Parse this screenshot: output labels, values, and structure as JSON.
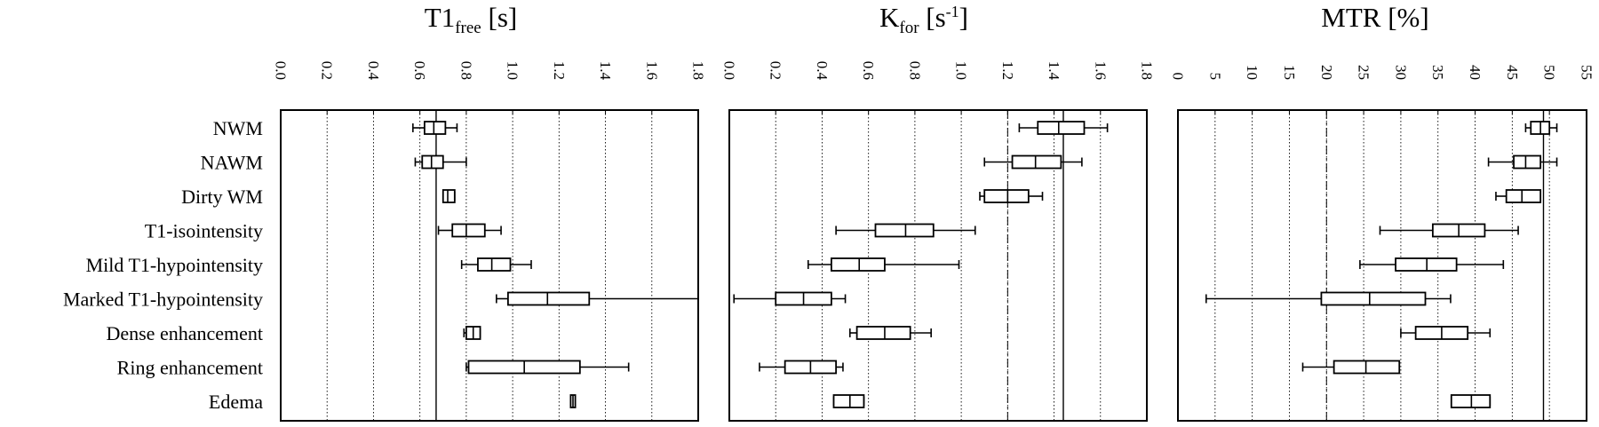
{
  "categories": [
    "NWM",
    "NAWM",
    "Dirty WM",
    "T1-isointensity",
    "Mild T1-hypointensity",
    "Marked T1-hypointensity",
    "Dense enhancement",
    "Ring enhancement",
    "Edema"
  ],
  "chart_data": [
    {
      "type": "boxplot",
      "title": "T1",
      "title_subscript": "free",
      "title_suffix": " [s]",
      "orientation": "horizontal",
      "xlim": [
        0,
        1.8
      ],
      "xticks": [
        "0.0",
        "0.2",
        "0.4",
        "0.6",
        "0.8",
        "1.0",
        "1.2",
        "1.4",
        "1.6",
        "1.8"
      ],
      "tick_values": [
        0,
        0.2,
        0.4,
        0.6,
        0.8,
        1.0,
        1.2,
        1.4,
        1.6,
        1.8
      ],
      "reference_solid": 0.67,
      "reference_dashed": null,
      "grid": "vertical dotted",
      "series": [
        {
          "category": "NWM",
          "min": 0.57,
          "q1": 0.62,
          "median": 0.66,
          "q3": 0.71,
          "max": 0.76
        },
        {
          "category": "NAWM",
          "min": 0.58,
          "q1": 0.61,
          "median": 0.65,
          "q3": 0.7,
          "max": 0.8
        },
        {
          "category": "Dirty WM",
          "min": 0.7,
          "q1": 0.7,
          "median": 0.72,
          "q3": 0.75,
          "max": 0.75
        },
        {
          "category": "T1-isointensity",
          "min": 0.68,
          "q1": 0.74,
          "median": 0.8,
          "q3": 0.88,
          "max": 0.95
        },
        {
          "category": "Mild T1-hypointensity",
          "min": 0.78,
          "q1": 0.85,
          "median": 0.91,
          "q3": 0.99,
          "max": 1.08
        },
        {
          "category": "Marked T1-hypointensity",
          "min": 0.93,
          "q1": 0.98,
          "median": 1.15,
          "q3": 1.33,
          "max": 1.8
        },
        {
          "category": "Dense enhancement",
          "min": 0.79,
          "q1": 0.8,
          "median": 0.83,
          "q3": 0.86,
          "max": 0.86
        },
        {
          "category": "Ring enhancement",
          "min": 0.8,
          "q1": 0.81,
          "median": 1.05,
          "q3": 1.29,
          "max": 1.5
        },
        {
          "category": "Edema",
          "min": 1.25,
          "q1": 1.25,
          "median": 1.26,
          "q3": 1.27,
          "max": 1.27
        }
      ]
    },
    {
      "type": "boxplot",
      "title": "K",
      "title_subscript": "for",
      "title_suffix": " [s",
      "title_superscript": "-1",
      "title_end": "]",
      "orientation": "horizontal",
      "xlim": [
        0,
        1.8
      ],
      "xticks": [
        "0.0",
        "0.2",
        "0.4",
        "0.6",
        "0.8",
        "1.0",
        "1.2",
        "1.4",
        "1.6",
        "1.8"
      ],
      "tick_values": [
        0,
        0.2,
        0.4,
        0.6,
        0.8,
        1.0,
        1.2,
        1.4,
        1.6,
        1.8
      ],
      "reference_solid": 1.44,
      "reference_dashed": 1.2,
      "grid": "vertical dotted",
      "series": [
        {
          "category": "NWM",
          "min": 1.25,
          "q1": 1.33,
          "median": 1.42,
          "q3": 1.53,
          "max": 1.63
        },
        {
          "category": "NAWM",
          "min": 1.1,
          "q1": 1.22,
          "median": 1.32,
          "q3": 1.43,
          "max": 1.52
        },
        {
          "category": "Dirty WM",
          "min": 1.08,
          "q1": 1.1,
          "median": 1.2,
          "q3": 1.29,
          "max": 1.35
        },
        {
          "category": "T1-isointensity",
          "min": 0.46,
          "q1": 0.63,
          "median": 0.76,
          "q3": 0.88,
          "max": 1.06
        },
        {
          "category": "Mild T1-hypointensity",
          "min": 0.34,
          "q1": 0.44,
          "median": 0.56,
          "q3": 0.67,
          "max": 0.99
        },
        {
          "category": "Marked T1-hypointensity",
          "min": 0.02,
          "q1": 0.2,
          "median": 0.32,
          "q3": 0.44,
          "max": 0.5
        },
        {
          "category": "Dense enhancement",
          "min": 0.52,
          "q1": 0.55,
          "median": 0.67,
          "q3": 0.78,
          "max": 0.87
        },
        {
          "category": "Ring enhancement",
          "min": 0.13,
          "q1": 0.24,
          "median": 0.35,
          "q3": 0.46,
          "max": 0.49
        },
        {
          "category": "Edema",
          "min": 0.45,
          "q1": 0.45,
          "median": 0.52,
          "q3": 0.58,
          "max": 0.58
        }
      ]
    },
    {
      "type": "boxplot",
      "title": "MTR [%]",
      "orientation": "horizontal",
      "xlim": [
        0,
        55
      ],
      "xticks": [
        "0",
        "5",
        "10",
        "15",
        "20",
        "25",
        "30",
        "35",
        "40",
        "45",
        "50",
        "55"
      ],
      "tick_values": [
        0,
        5,
        10,
        15,
        20,
        25,
        30,
        35,
        40,
        45,
        50,
        55
      ],
      "reference_solid": 49.2,
      "reference_dashed": 20,
      "grid": "vertical dotted",
      "series": [
        {
          "category": "NWM",
          "min": 46.8,
          "q1": 47.5,
          "median": 48.8,
          "q3": 50,
          "max": 51
        },
        {
          "category": "NAWM",
          "min": 41.8,
          "q1": 45.2,
          "median": 46.8,
          "q3": 48.8,
          "max": 51
        },
        {
          "category": "Dirty WM",
          "min": 42.8,
          "q1": 44.2,
          "median": 46.3,
          "q3": 48.8,
          "max": 48.8
        },
        {
          "category": "T1-isointensity",
          "min": 27.2,
          "q1": 34.3,
          "median": 37.8,
          "q3": 41.3,
          "max": 45.8
        },
        {
          "category": "Mild T1-hypointensity",
          "min": 24.5,
          "q1": 29.3,
          "median": 33.5,
          "q3": 37.5,
          "max": 43.8
        },
        {
          "category": "Marked T1-hypointensity",
          "min": 3.8,
          "q1": 19.3,
          "median": 25.8,
          "q3": 33.3,
          "max": 36.7
        },
        {
          "category": "Dense enhancement",
          "min": 30,
          "q1": 32,
          "median": 35.5,
          "q3": 39,
          "max": 42
        },
        {
          "category": "Ring enhancement",
          "min": 16.8,
          "q1": 21,
          "median": 25.3,
          "q3": 29.8,
          "max": 29.8
        },
        {
          "category": "Edema",
          "min": 36.8,
          "q1": 36.8,
          "median": 39.5,
          "q3": 42,
          "max": 42
        }
      ]
    }
  ]
}
